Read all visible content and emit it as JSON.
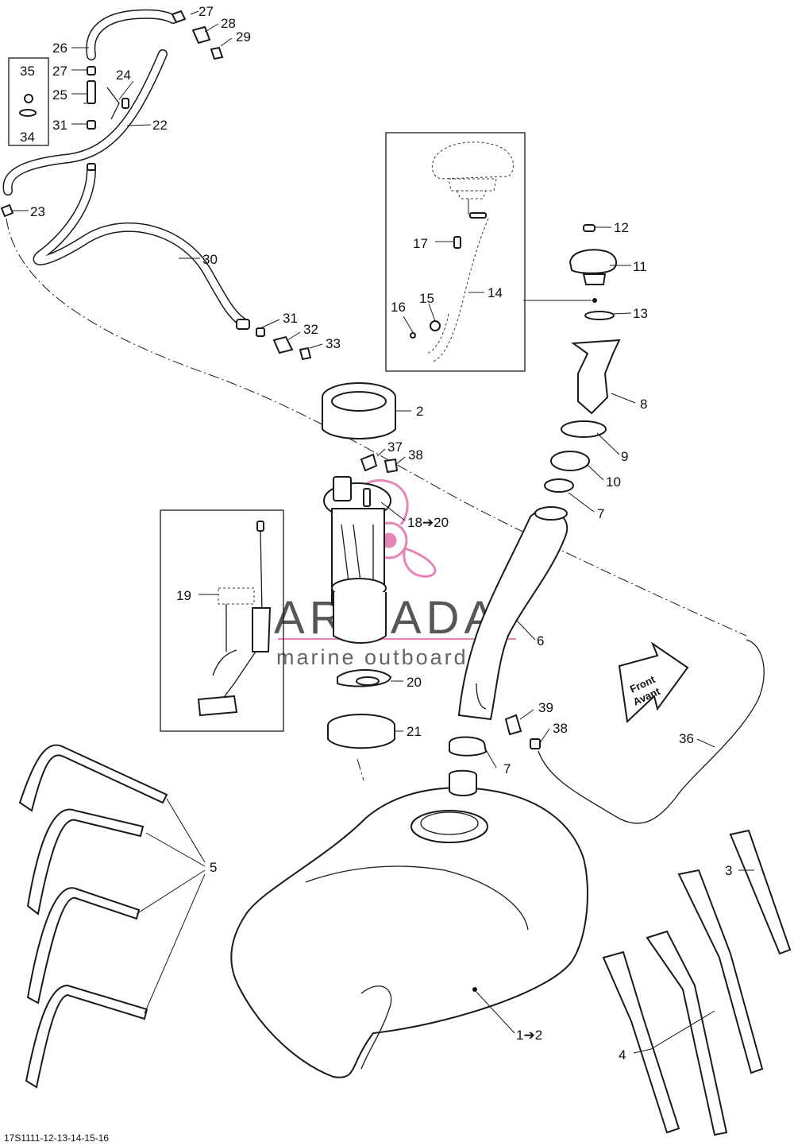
{
  "diagram": {
    "footer_code": "17S1111-12-13-14-15-16",
    "direction_arrow": {
      "line1": "Front",
      "line2": "Avant"
    },
    "watermark": {
      "brand": "ARMADA",
      "tagline": "marine outboards",
      "logo_color": "#e07ab0"
    },
    "labels": {
      "p1": "1➔2",
      "p2": "2",
      "p3": "3",
      "p4": "4",
      "p5": "5",
      "p6": "6",
      "p7a": "7",
      "p7b": "7",
      "p8": "8",
      "p9": "9",
      "p10": "10",
      "p11": "11",
      "p12": "12",
      "p13": "13",
      "p14": "14",
      "p15": "15",
      "p16": "16",
      "p17": "17",
      "p18": "18➔20",
      "p19": "19",
      "p20": "20",
      "p21": "21",
      "p22": "22",
      "p23": "23",
      "p24": "24",
      "p25": "25",
      "p26": "26",
      "p27a": "27",
      "p27b": "27",
      "p28": "28",
      "p29": "29",
      "p30": "30",
      "p31a": "31",
      "p31b": "31",
      "p32": "32",
      "p33": "33",
      "p34": "34",
      "p35": "35",
      "p36": "36",
      "p37": "37",
      "p38a": "38",
      "p38b": "38",
      "p39": "39"
    }
  }
}
